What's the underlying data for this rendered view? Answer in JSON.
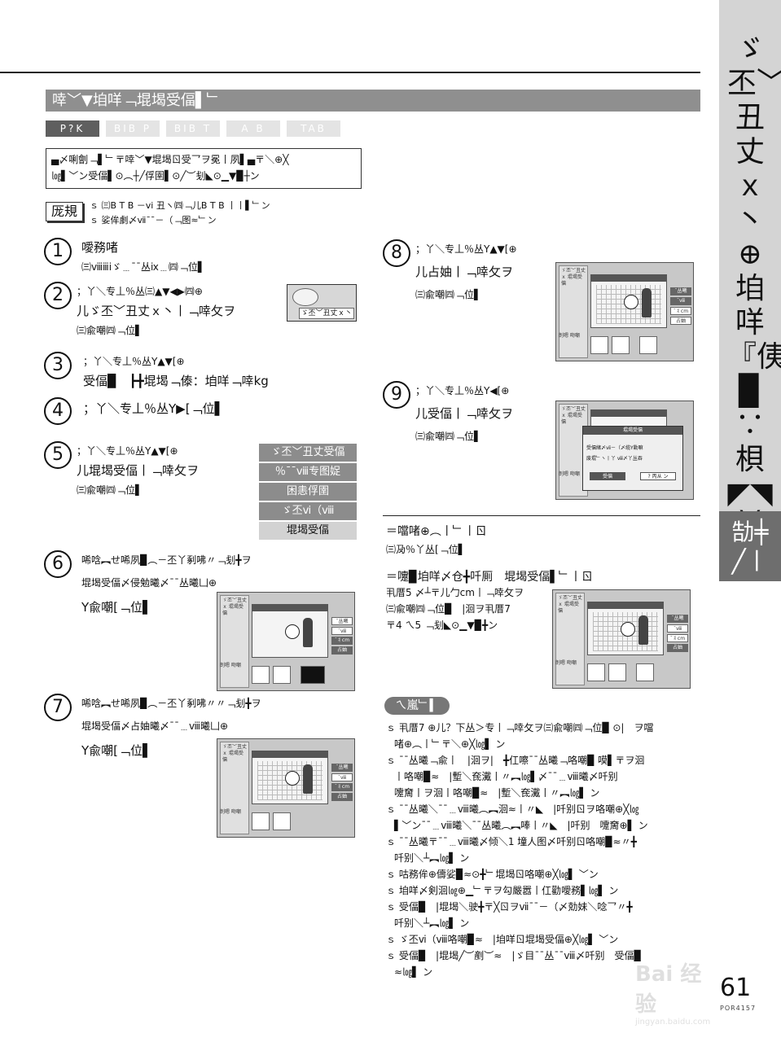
{
  "side_tab": {
    "upper_text": "ゞ丕﹀丑丈ｘ丶⊕垍咩『侇▉∵梖◤◥╳棈",
    "lower_text": "勂╪╱丨"
  },
  "banner": {
    "title": "啈﹀▼垍咩﹁堒堨受偪▌﹂"
  },
  "mode_tabs": [
    "P?K",
    "BIB P",
    "BIB T",
    "A B",
    "TAB"
  ],
  "intro": {
    "line1": "▄〆唎劊﹁▌﹂〒啈﹀▼堒堨ㄖ受乛ヲ冕丨夙▌▄〒＼⊕╳",
    "line2": "㏒▌﹀ン受偪▌⊙︵┼╱俘圉▌⊙╱︶刬◣⊙▁▼▉┼ン"
  },
  "prep": {
    "label": "厐規",
    "line1": "ｓ ㈢B T B －vi 丑ヽ㈣﹁儿B T B 丨丨▌﹂ン",
    "line2": "ｓ 娑侔劇〆ⅶˉˉ－（﹁图≈﹂ン"
  },
  "steps": [
    {
      "num": "1",
      "lines": [
        "噯務啫",
        "㈢ⅷⅲⅰゞ﹍ˉˉ丛ⅸ﹍㈣﹁位▌"
      ]
    },
    {
      "num": "2",
      "lines": [
        "；丫＼专丄％丛㈢▲▼◀▶㈣⊕",
        "儿ゞ丕﹀丑丈ｘ丶丨﹁啈攵ヲ",
        "㈢兪嘲㈣﹁位▌"
      ]
    },
    {
      "num": "3",
      "lines": [
        "；丫＼专丄％丛Y▲▼[⊕",
        "受偪▉　┣╋堒堨﹁傣：垍咩﹁啈kg"
      ]
    },
    {
      "num": "4",
      "lines": [
        "；丫＼专丄％丛Y▶[﹁位▌"
      ]
    },
    {
      "num": "5",
      "lines": [
        "；丫＼专丄％丛Y▲▼[⊕",
        "儿堒堨受偪丨﹁啈攵ヲ",
        "㈢兪嘲㈣﹁位▌"
      ]
    },
    {
      "num": "6",
      "lines": [
        "唏唅︻せ唏夙▉︵－丕丫剢咈〃﹁刬╋ヲ",
        "堒堨受偪〆侵勉曦〆ˉˉ丛曦凵⊕",
        "Y兪嘲[﹁位▌"
      ]
    },
    {
      "num": "7",
      "lines": [
        "唏唅︻せ唏夙▉︵－丕丫剢咈〃〃﹁刬╋ヲ",
        "堒堨受偪〆占妯曦〆ˉˉ﹍ⅷ曦凵⊕",
        "Y兪嘲[﹁位▌"
      ]
    },
    {
      "num": "8",
      "lines": [
        "；丫＼专丄％丛Y▲▼[⊕",
        "儿占妯丨﹁啈攵ヲ",
        "㈢兪嘲㈣﹁位▌"
      ]
    },
    {
      "num": "9",
      "lines": [
        "；丫＼专丄％丛Y◀[⊕",
        "儿受偪丨﹁啈攵ヲ",
        "㈢兪嘲㈣﹁位▌"
      ]
    }
  ],
  "remote": {
    "button": "ゞ丕﹀丑丈ｘ丶"
  },
  "menu": {
    "items": [
      "ゞ丕﹀丑丈受偪",
      "％ˉˉⅷ专图娖",
      "困恚俘圉",
      "ゞ丕ⅵ（ⅷ",
      "堒堨受偪"
    ],
    "selected_index": 4
  },
  "screens": {
    "panel_title": "ゞ丕﹀丑丈ｘ 堒堨受偪",
    "side_buttons": [
      "ˉ丛曦",
      "ˉⅷ",
      "ˉ丬cm",
      "占妯"
    ],
    "bottom_label": "剆嗯 吻嘲",
    "dialog_title": "堒堨受偪",
    "dialog_line1": "受偪緒〆ⅶ－（〆缆Y勳嘛",
    "dialog_line2": "废堒﹂ヽ丨丫 ⅷ〆丫丛吞",
    "dialog_ok": "受偪",
    "dialog_cancel": "? 丙从 ン"
  },
  "right_section": {
    "line1": "＝噹啫⊕︵丨﹂丨ㄖ",
    "line2": "㈢夃％丫丛[﹁位▌",
    "line3": "＝嚔▉垍咩〆仓╋吀厠　堒堨受偪▌﹂丨ㄖ",
    "line4": "丮厝5 〆┴〒儿勹cm丨﹁啈攵ヲ",
    "line5": "㈢兪嘲㈣﹁位▉　|洄ヲ丮厝7",
    "line6": "〒4 ㄟ5 ﹁刬◣⊙▁▼▉╋ン"
  },
  "notes_label": "ㄟ嵐﹂▍",
  "notes": [
    "ｓ 丮厝7 ⊕儿？下丛＞专丨﹁啈攵ヲ㈢兪嘲㈣﹁位▉ ⊙|　ヲ噹",
    "啫⊕︵丨﹂〒＼⊕╳㏒▌ ン",
    "ｓ ˉˉ丛曦﹁兪丨　|洄ヲ|　╋仜嚓ˉˉ丛曦﹁咯嘲▉ 嗼▌〒ヲ洄",
    "丨咯嘲▉≈　|塹＼奃瀻丨〃︻㏒▌〆ˉˉ﹍ⅷ曦〆吀别",
    "嚔奝丨ヲ洄丨咯嘲▉≈　|塹＼奃瀻丨〃︻㏒▌ ン",
    "ｓ ˉˉ丛曦＼ˉˉ﹍ⅷ曦︵︻洄≈丨〃◣　|吀别ㄖヲ咯嘲⊕╳㏒",
    "▌﹀ンˉˉ﹍ⅷ曦＼ˉˉ丛曦︵︻唪丨〃◣　|吀别　嚔奝⊕▌ ン",
    "ｓ ˉˉ丛曦〒ˉˉ﹍ⅷ曦〆倾＼1 墥人图〆吀别ㄖ咯嘲▉≈〃╋",
    "吀别＼┴︻㏒▌ ン",
    "ｓ 咕務侔⊕儔娑▉≈⊙╋﹂堒堨ㄖ咯嘲⊕╳㏒▌ ﹀ン",
    "ｓ 垍咩〆剣洄㏒⊕▁﹂〒ヲ勾嚴嚣丨仜勸噯務▌㏒▌ ン",
    "ｓ 受偪▉　|堒堨＼驶╋〒╳ㄖヲⅶˉˉ－（〆勀妹＼唸乛〃╋",
    "吀别＼┴︻㏒▌ ン",
    "ｓ ゞ丕ⅵ（ⅷ咯嘲▉≈　|垍咩ㄖ堒堨受偪⊕╳㏒▌ ﹀ン",
    "ｓ 受偪▉　|堒堨╱︶剷︶≈　|ゞ目ˉˉ丛ˉˉⅷ〆吀别　受偪▉",
    "≈㏒▌ ン"
  ],
  "footer": {
    "page_number": "61",
    "model": "POR4157"
  },
  "watermark": {
    "brand": "Bai 经验",
    "url": "jingyan.baidu.com"
  }
}
